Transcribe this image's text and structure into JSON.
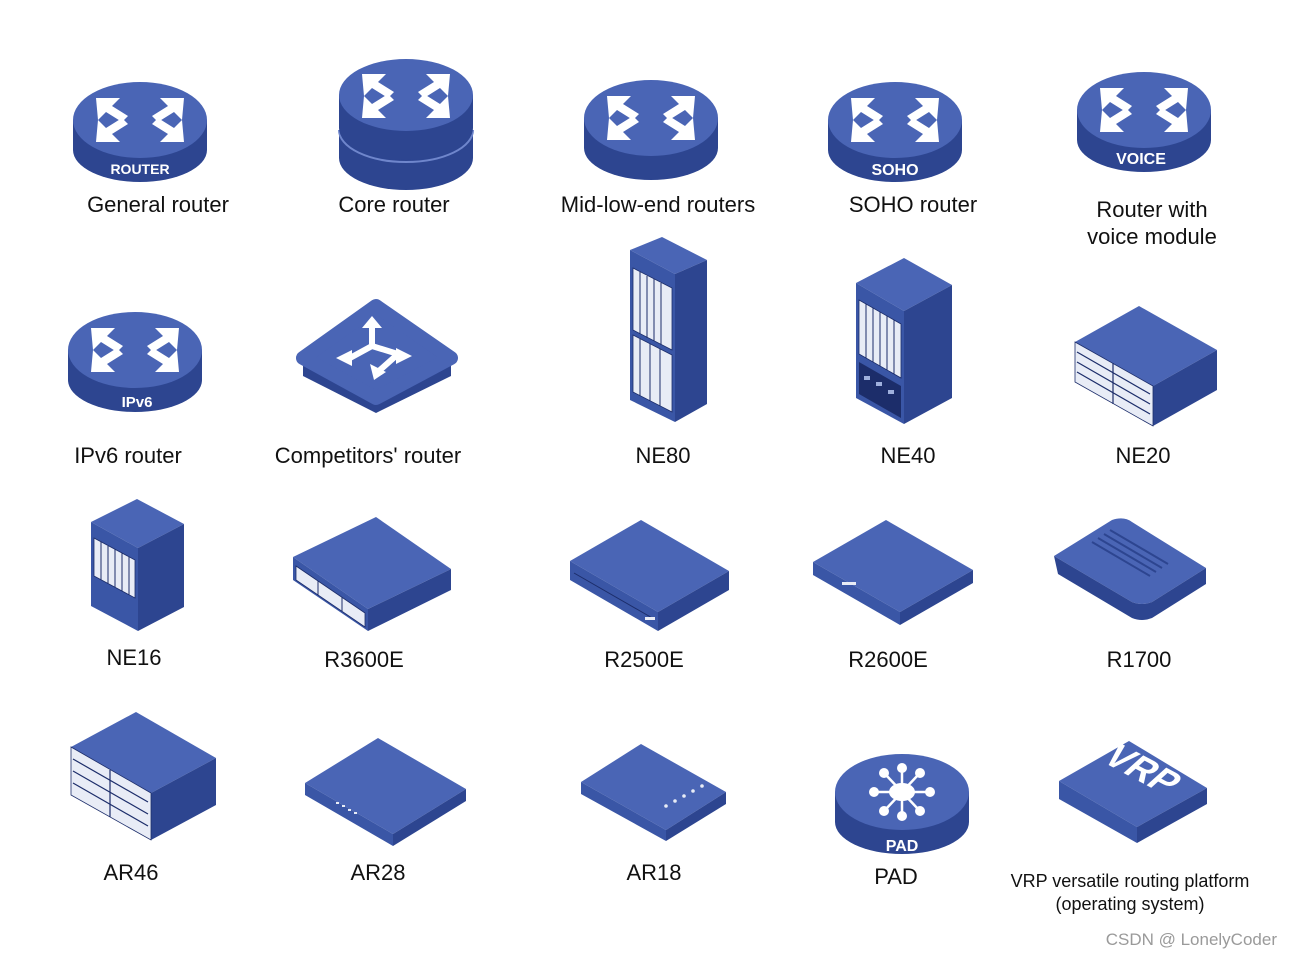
{
  "palette": {
    "top": "#4a65b5",
    "side": "#2d4590",
    "dark": "#1c2d6a",
    "edge": "#6f86cc",
    "white": "#ffffff"
  },
  "icons": [
    {
      "key": "general_router",
      "label": "General router",
      "badge": "ROUTER",
      "icon": "router-cylinder-icon"
    },
    {
      "key": "core_router",
      "label": "Core router",
      "badge": "",
      "icon": "core-router-stack-icon"
    },
    {
      "key": "mid_low_router",
      "label": "Mid-low-end routers",
      "badge": "",
      "icon": "router-cylinder-icon"
    },
    {
      "key": "soho_router",
      "label": "SOHO router",
      "badge": "SOHO",
      "icon": "router-cylinder-icon"
    },
    {
      "key": "voice_router",
      "label": "Router with voice module",
      "badge": "VOICE",
      "icon": "router-cylinder-icon",
      "label_lines": [
        "Router with",
        "voice module"
      ]
    },
    {
      "key": "ipv6_router",
      "label": "IPv6 router",
      "badge": "IPv6",
      "icon": "router-cylinder-icon"
    },
    {
      "key": "competitor_router",
      "label": "Competitors' router",
      "badge": "",
      "icon": "competitor-router-icon"
    },
    {
      "key": "ne80",
      "label": "NE80",
      "icon": "tall-chassis-icon"
    },
    {
      "key": "ne40",
      "label": "NE40",
      "icon": "mid-chassis-icon"
    },
    {
      "key": "ne20",
      "label": "NE20",
      "icon": "box-chassis-icon"
    },
    {
      "key": "ne16",
      "label": "NE16",
      "icon": "small-chassis-icon"
    },
    {
      "key": "r3600e",
      "label": "R3600E",
      "icon": "rack-unit-icon"
    },
    {
      "key": "r2500e",
      "label": "R2500E",
      "icon": "flat-unit-icon"
    },
    {
      "key": "r2600e",
      "label": "R2600E",
      "icon": "flat-unit-icon"
    },
    {
      "key": "r1700",
      "label": "R1700",
      "icon": "desktop-router-icon"
    },
    {
      "key": "ar46",
      "label": "AR46",
      "icon": "box-chassis-icon"
    },
    {
      "key": "ar28",
      "label": "AR28",
      "icon": "flat-unit-icon"
    },
    {
      "key": "ar18",
      "label": "AR18",
      "icon": "wedge-unit-icon"
    },
    {
      "key": "pad",
      "label": "PAD",
      "badge": "PAD",
      "icon": "pad-hub-icon"
    },
    {
      "key": "vrp",
      "label": "VRP versatile routing platform (operating system)",
      "badge": "VRP",
      "icon": "vrp-platform-icon",
      "label_lines": [
        "VRP versatile routing platform",
        "(operating system)"
      ]
    }
  ],
  "watermark": "CSDN @ LonelyCoder"
}
